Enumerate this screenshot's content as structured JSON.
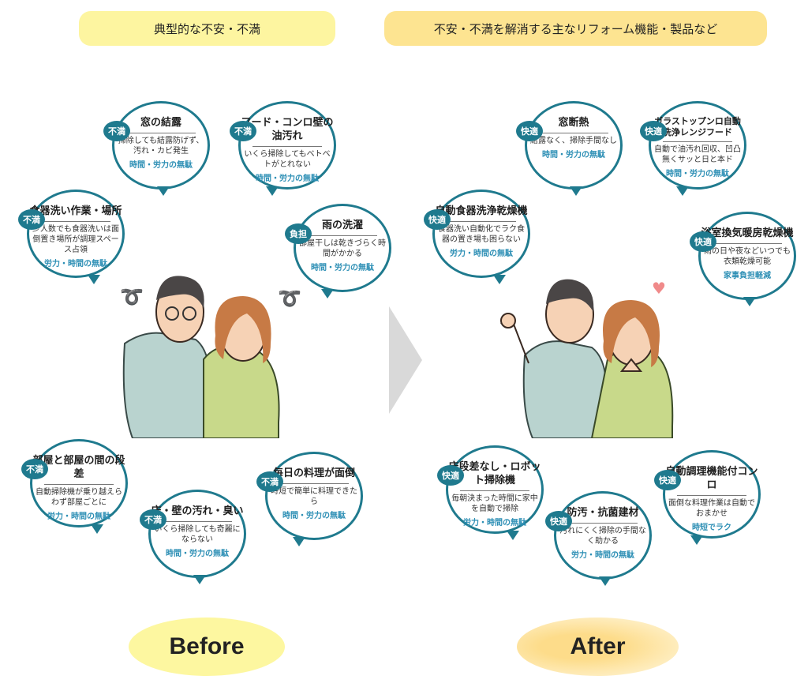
{
  "headers": {
    "before": "典型的な不安・不満",
    "after": "不安・不満を解消する主なリフォーム機能・製品など"
  },
  "before_bubbles": [
    {
      "tag": "不満",
      "title": "窓の結露",
      "desc": "掃除しても結露防げず、汚れ・カビ発生",
      "result": "時間・労力の無駄"
    },
    {
      "tag": "不満",
      "title": "フード・コンロ壁の油汚れ",
      "desc": "いくら掃除してもベトベトがとれない",
      "result": "時間・労力の無駄"
    },
    {
      "tag": "不満",
      "title": "食器洗い作業・場所",
      "desc": "少人数でも食器洗いは面倒置き場所が調理スペース占領",
      "result": "労力・時間の無駄"
    },
    {
      "tag": "負担",
      "title": "雨の洗濯",
      "desc": "部屋干しは乾きづらく時間がかかる",
      "result": "時間・労力の無駄"
    },
    {
      "tag": "不満",
      "title": "部屋と部屋の間の段差",
      "desc": "自動掃除機が乗り越えらわず部屋ごとに",
      "result": "労力・時間の無駄"
    },
    {
      "tag": "不満",
      "title": "毎日の料理が面倒",
      "desc": "時短で簡単に料理できたら",
      "result": "時間・労力の無駄"
    },
    {
      "tag": "不満",
      "title": "床・壁の汚れ・臭い",
      "desc": "いくら掃除しても奇麗にならない",
      "result": "時間・労力の無駄"
    }
  ],
  "after_bubbles": [
    {
      "tag": "快適",
      "title": "窓断熱",
      "desc": "結露なく、掃除手間なし",
      "result": "時間・労力の無駄"
    },
    {
      "tag": "快適",
      "title": "ガラストップンロ自動洗浄レンジフード",
      "desc": "自動で油汚れ回収、凹凸無くサッと日と本ド",
      "result": "時間・労力の無駄"
    },
    {
      "tag": "快適",
      "title": "自動食器洗浄乾燥機",
      "desc": "食器洗い自動化でラク食器の置き場も困らない",
      "result": "労力・時間の無駄"
    },
    {
      "tag": "快適",
      "title": "浴室換気暖房乾燥機",
      "desc": "雨の日や夜などいつでも衣類乾燥可能",
      "result": "家事負担軽減"
    },
    {
      "tag": "快適",
      "title": "床段差なし・ロボット掃除機",
      "desc": "毎朝決まった時間に家中を自動で掃除",
      "result": "労力・時間の無駄"
    },
    {
      "tag": "快適",
      "title": "自動調理機能付コンロ",
      "desc": "面倒な料理作業は自動でおまかせ",
      "result": "時短でラク"
    },
    {
      "tag": "快適",
      "title": "防汚・抗菌建材",
      "desc": "汚れにくく掃除の手間なく助かる",
      "result": "労力・時間の無駄"
    }
  ],
  "labels": {
    "before": "Before",
    "after": "After"
  },
  "colors": {
    "bubble_border": "#1f7a8e",
    "result_text": "#2d8fb5",
    "before_pill": "#fdf5a0",
    "after_pill": "#fde491"
  }
}
